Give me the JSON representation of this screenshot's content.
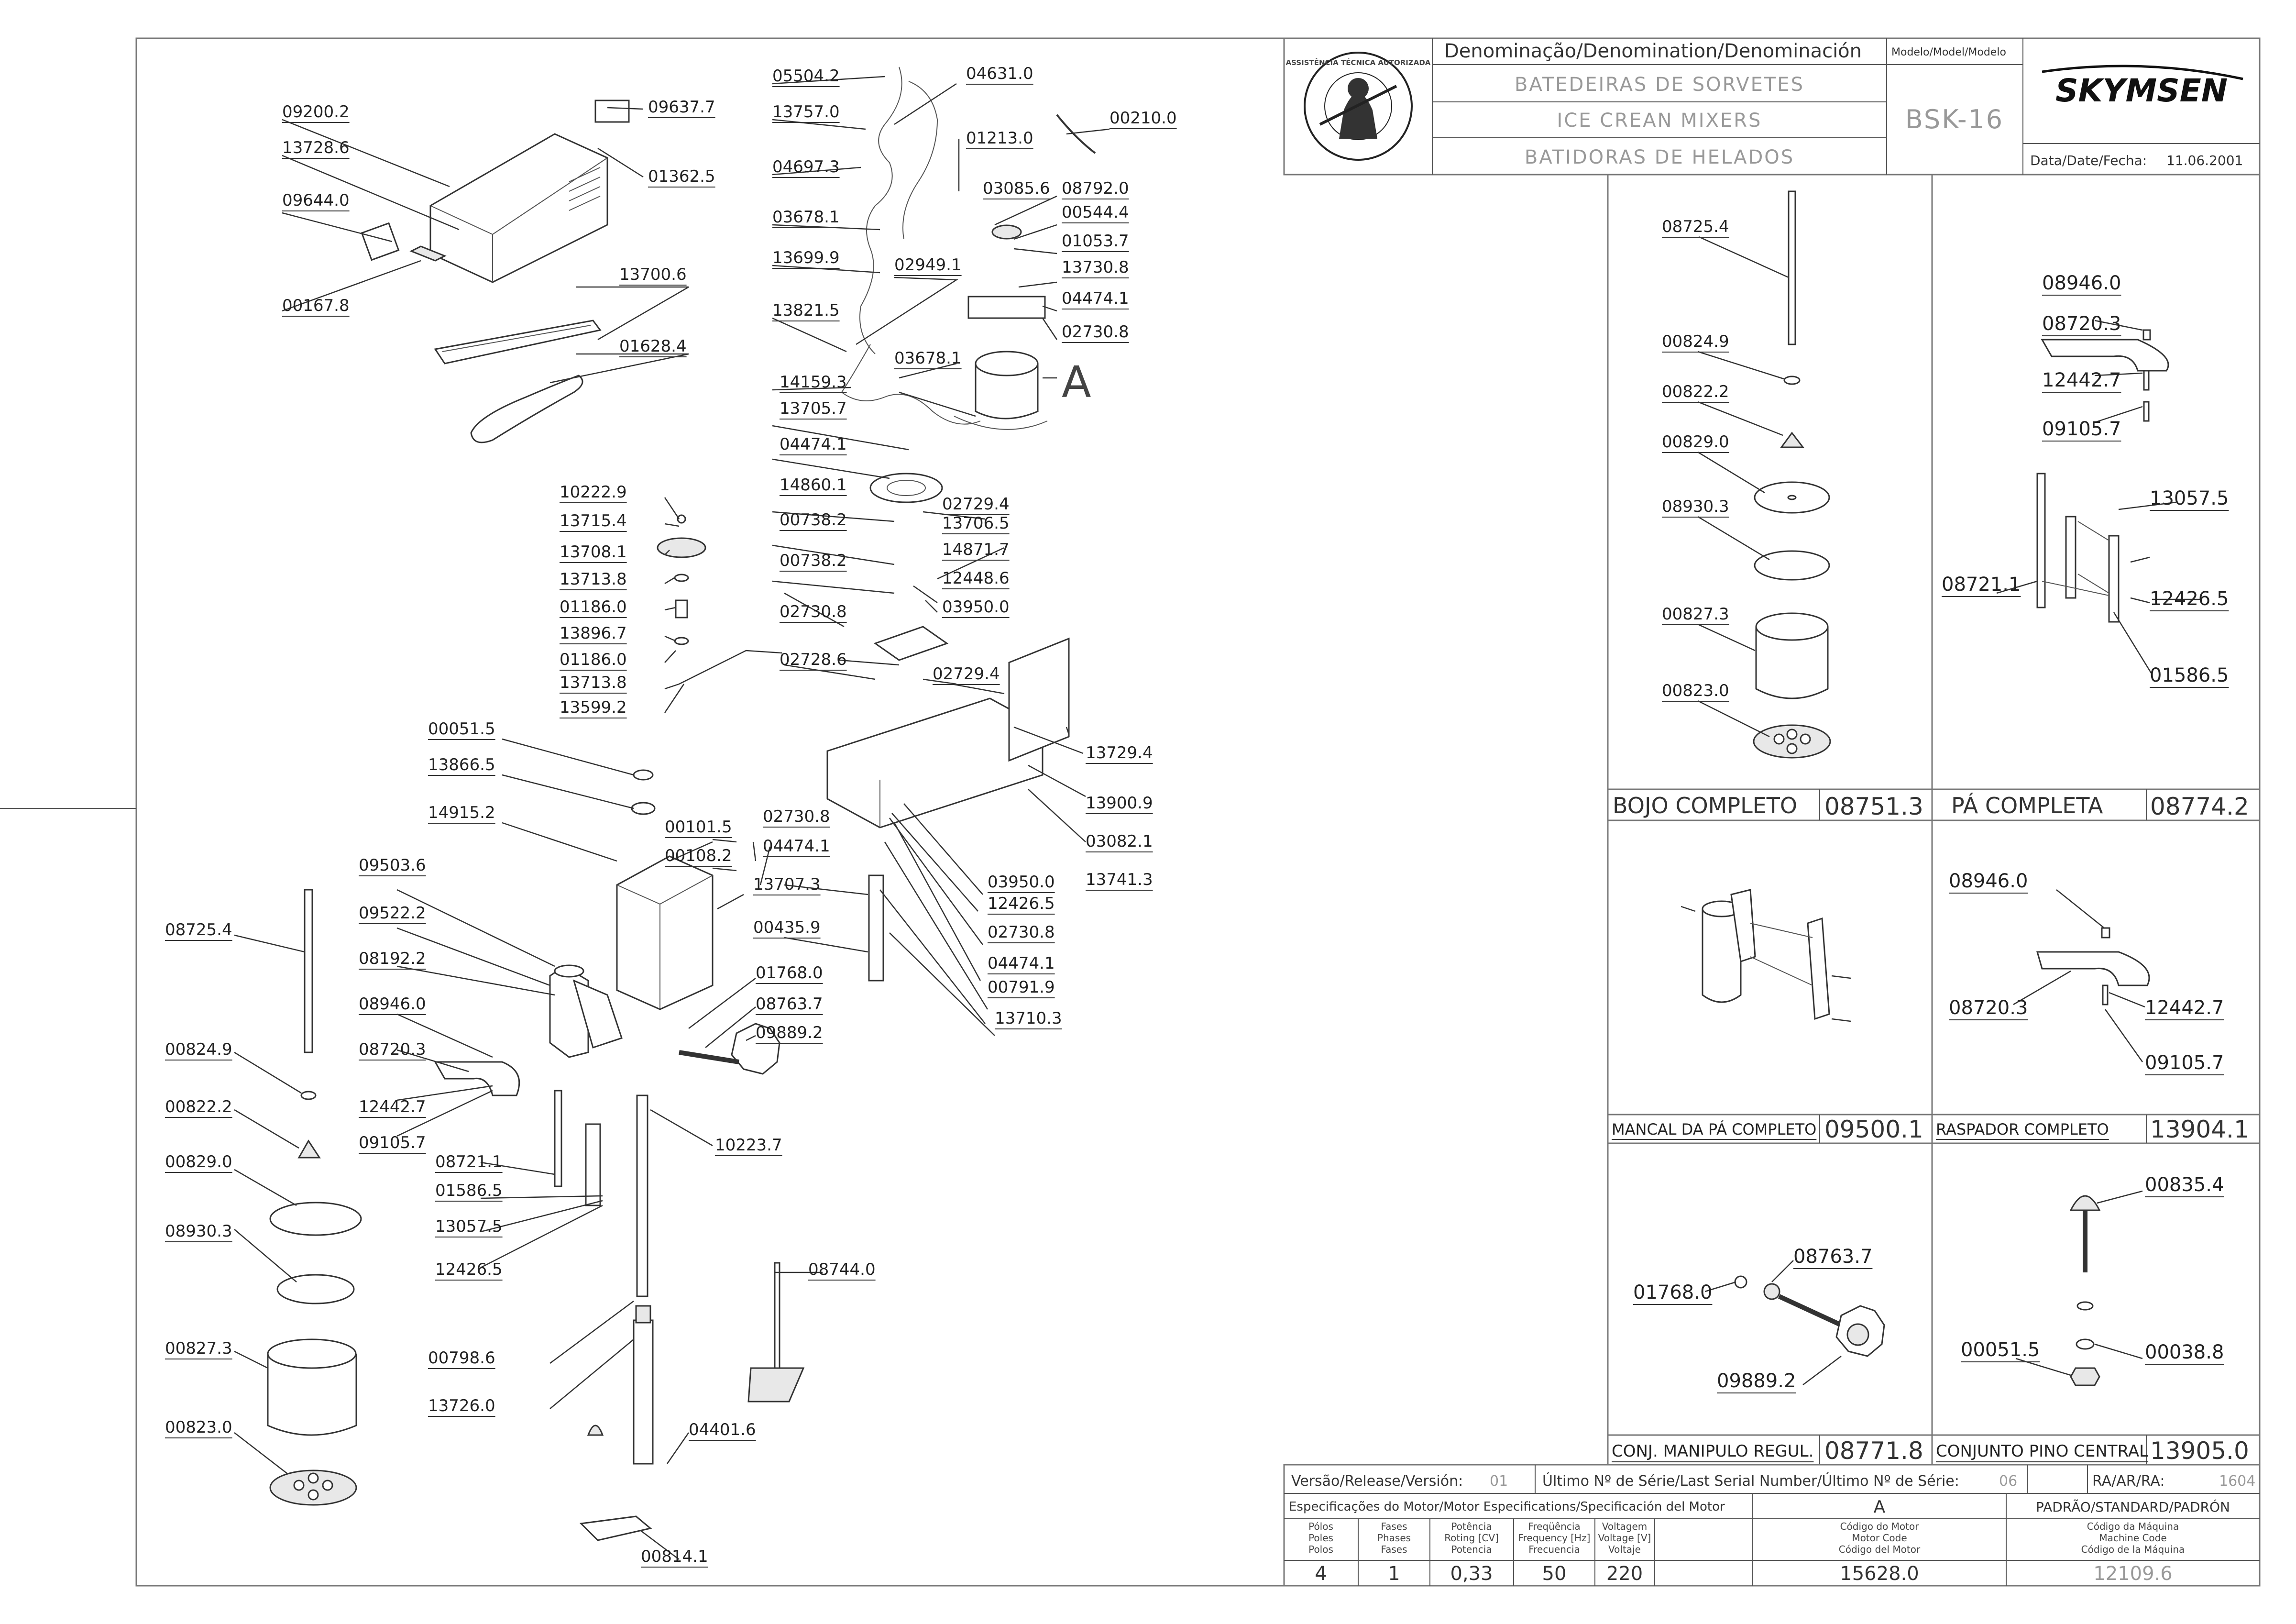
{
  "title_block": {
    "denomination_header": "Denominação/Denomination/Denominación",
    "model_header": "Modelo/Model/Modelo",
    "names": [
      "BATEDEIRAS DE SORVETES",
      "ICE CREAN MIXERS",
      "BATIDORAS DE HELADOS"
    ],
    "model": "BSK-16",
    "brand": "SKYMSEN",
    "date_label": "Data/Date/Fecha:",
    "date": "11.06.2001",
    "badge_text": "ASSISTÊNCIA TÉCNICA AUTORIZADA"
  },
  "main_labels": [
    "09200.2",
    "13728.6",
    "09644.0",
    "00167.8",
    "09637.7",
    "01362.5",
    "13700.6",
    "01628.4",
    "05504.2",
    "04631.0",
    "13757.0",
    "04697.3",
    "03678.1",
    "13699.9",
    "13821.5",
    "14159.3",
    "13705.7",
    "04474.1",
    "14860.1",
    "00738.2",
    "00738.2",
    "02730.8",
    "02728.6",
    "00210.0",
    "01213.0",
    "03085.6",
    "08792.0",
    "00544.4",
    "01053.7",
    "13730.8",
    "04474.1",
    "02730.8",
    "02949.1",
    "03678.1",
    "A",
    "02729.4",
    "13706.5",
    "14871.7",
    "12448.6",
    "03950.0",
    "02729.4",
    "13729.4",
    "13900.9",
    "03082.1",
    "13741.3",
    "03950.0",
    "12426.5",
    "02730.8",
    "04474.1",
    "00791.9",
    "13710.3",
    "13707.3",
    "00435.9",
    "02730.8",
    "04474.1",
    "10222.9",
    "13715.4",
    "13708.1",
    "13713.8",
    "01186.0",
    "13896.7",
    "01186.0",
    "13713.8",
    "13599.2",
    "00051.5",
    "13866.5",
    "14915.2",
    "00101.5",
    "00108.2",
    "09503.6",
    "09522.2",
    "08192.2",
    "08946.0",
    "08720.3",
    "12442.7",
    "09105.7",
    "08721.1",
    "01586.5",
    "13057.5",
    "12426.5",
    "01768.0",
    "08763.7",
    "09889.2",
    "10223.7",
    "00798.6",
    "13726.0",
    "08744.0",
    "04401.6",
    "00814.1",
    "08725.4",
    "00824.9",
    "00822.2",
    "00829.0",
    "08930.3",
    "00827.3",
    "00823.0"
  ],
  "panels": {
    "bojo": {
      "title": "BOJO COMPLETO",
      "code": "08751.3",
      "labels": [
        "08725.4",
        "00824.9",
        "00822.2",
        "00829.0",
        "08930.3",
        "00827.3",
        "00823.0"
      ]
    },
    "pa": {
      "title": "PÁ COMPLETA",
      "code": "08774.2",
      "labels": [
        "08946.0",
        "08720.3",
        "12442.7",
        "09105.7",
        "13057.5",
        "08721.1",
        "12426.5",
        "01586.5"
      ]
    },
    "mancal": {
      "title": "MANCAL DA PÁ COMPLETO",
      "code": "09500.1"
    },
    "raspador": {
      "title": "RASPADOR COMPLETO",
      "code": "13904.1",
      "labels": [
        "08946.0",
        "08720.3",
        "12442.7",
        "09105.7"
      ]
    },
    "manipulo": {
      "title": "CONJ. MANIPULO REGUL.",
      "code": "08771.8",
      "labels": [
        "08763.7",
        "01768.0",
        "09889.2"
      ]
    },
    "pino": {
      "title": "CONJUNTO PINO CENTRAL",
      "code": "13905.0",
      "labels": [
        "00835.4",
        "00051.5",
        "00038.8"
      ]
    }
  },
  "spec": {
    "version_label": "Versão/Release/Versión:",
    "version": "01",
    "serial_label": "Último Nº de Série/Last Serial Number/Último Nº de Série:",
    "serial": "06",
    "ra_label": "RA/AR/RA:",
    "ra": "1604",
    "motor_title": "Especificações do Motor/Motor Especifications/Specificación del Motor",
    "motor_variant": "A",
    "standard": "PADRÃO/STANDARD/PADRÓN",
    "columns": [
      [
        "Pólos",
        "Poles",
        "Polos"
      ],
      [
        "Fases",
        "Phases",
        "Fases"
      ],
      [
        "Potência",
        "Roting [CV]",
        "Potencia"
      ],
      [
        "Freqüência",
        "Frequency [Hz]",
        "Frecuencia"
      ],
      [
        "Voltagem",
        "Voltage [V]",
        "Voltaje"
      ],
      [
        "Código do Motor",
        "Motor Code",
        "Código del Motor"
      ],
      [
        "Código da Máquina",
        "Machine Code",
        "Código de la Máquina"
      ]
    ],
    "values": [
      "4",
      "1",
      "0,33",
      "50",
      "220",
      "15628.0",
      "12109.6"
    ]
  }
}
